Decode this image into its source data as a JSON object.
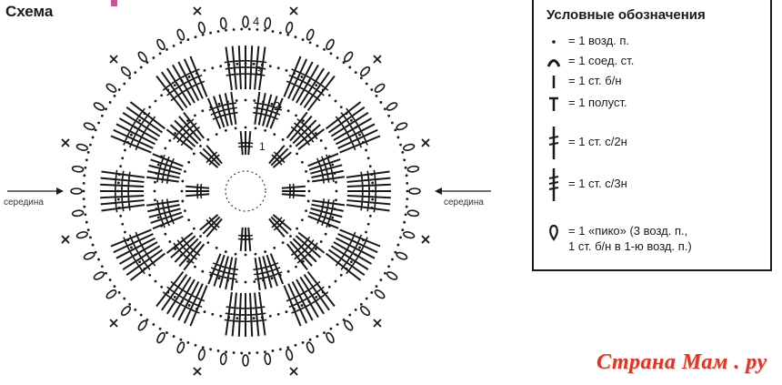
{
  "diagram": {
    "title": "Схема",
    "side_label": "середина",
    "row_numbers": [
      "1",
      "2",
      "3",
      "4"
    ]
  },
  "legend": {
    "title": "Условные обозначения",
    "items": [
      {
        "symbol": "chain-dot-icon",
        "text": "= 1 возд. п."
      },
      {
        "symbol": "slip-stitch-arc-icon",
        "text": "= 1 соед. ст."
      },
      {
        "symbol": "single-crochet-icon",
        "text": "= 1 ст. б/н"
      },
      {
        "symbol": "half-double-crochet-icon",
        "text": "= 1 полуст."
      },
      {
        "symbol": "double-crochet-icon",
        "text": "= 1 ст. с/2н"
      },
      {
        "symbol": "treble-crochet-icon",
        "text": "= 1 ст. с/3н"
      },
      {
        "symbol": "picot-icon",
        "text": "= 1 «пико» (3 возд. п.,\n1 ст. б/н в 1-ю возд. п.)"
      }
    ]
  },
  "watermark": "Страна Мам . ру",
  "colors": {
    "ink": "#1a1a1a",
    "watermark": "#d23a2c",
    "accent": "#c8559b"
  }
}
